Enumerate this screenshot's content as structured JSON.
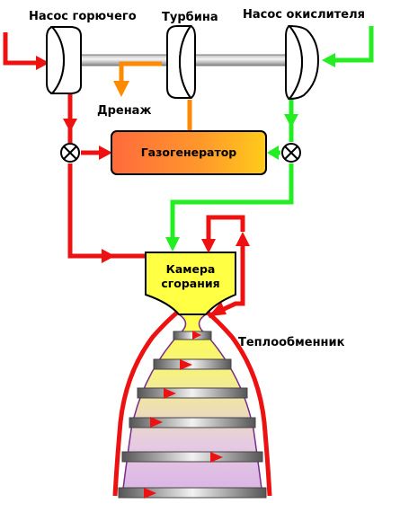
{
  "labels": {
    "fuel_pump": "Насос горючего",
    "turbine": "Турбина",
    "oxidizer_pump": "Насос окислителя",
    "drain": "Дренаж",
    "gas_generator": "Газогенератор",
    "chamber_line1": "Камера",
    "chamber_line2": "сгорания",
    "heat_exchanger": "Теплообменник"
  },
  "colors": {
    "fuel": "#ee0000",
    "oxidizer": "#22ee22",
    "exhaust": "#ff8800",
    "chamber": "#ffff44",
    "shaft": "#999999"
  }
}
